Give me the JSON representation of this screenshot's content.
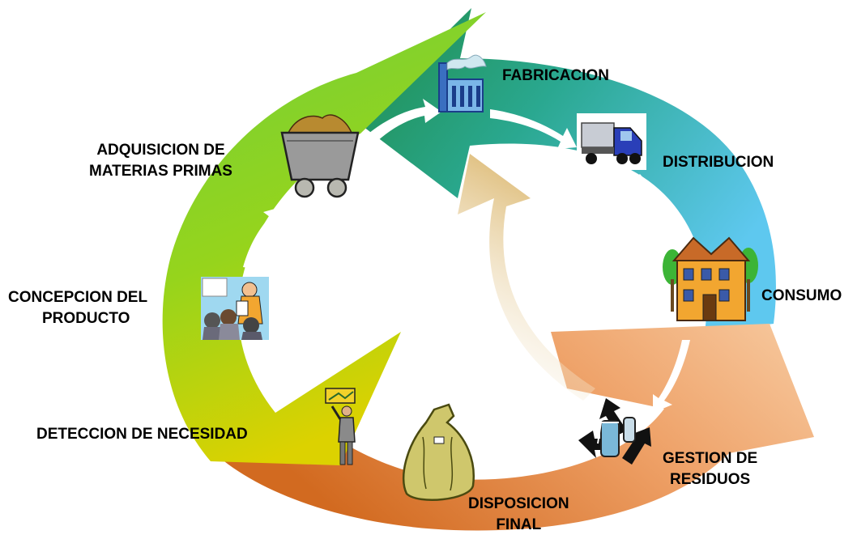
{
  "stages": {
    "fabricacion": {
      "label": "FABRICACION"
    },
    "distribucion": {
      "label": "DISTRIBUCION"
    },
    "consumo": {
      "label": "CONSUMO"
    },
    "gestion": {
      "line1": "GESTION DE",
      "line2": "RESIDUOS"
    },
    "disposicion": {
      "line1": "DISPOSICION",
      "line2": "FINAL"
    },
    "deteccion": {
      "label": "DETECCION DE NECESIDAD"
    },
    "concepcion": {
      "line1": "CONCEPCION DEL",
      "line2": "PRODUCTO"
    },
    "adquisicion": {
      "line1": "ADQUISICION DE",
      "line2": "MATERIAS PRIMAS"
    }
  },
  "colors": {
    "green": "#7ed321",
    "teal": "#2aa890",
    "light_blue": "#5ec8ef",
    "peach": "#f5b98a",
    "orange": "#d9762a",
    "yellow_green": "#d8d000"
  }
}
